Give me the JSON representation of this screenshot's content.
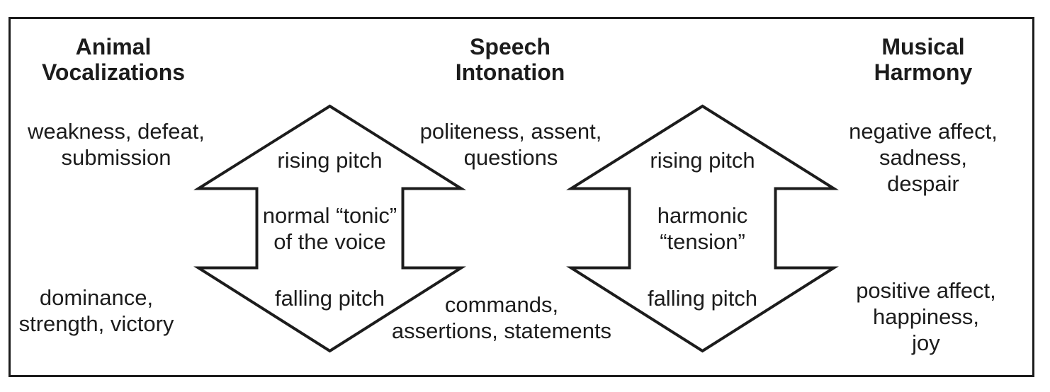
{
  "colors": {
    "ink": "#1c1c1c",
    "background": "#ffffff"
  },
  "columns": {
    "animal": {
      "heading": "Animal\nVocalizations",
      "top_text": "weakness, defeat,\nsubmission",
      "bottom_text": "dominance,\nstrength, victory"
    },
    "speech": {
      "heading": "Speech\nIntonation",
      "top_text": "politeness, assent,\nquestions",
      "bottom_text": "commands,\nassertions, statements"
    },
    "musical": {
      "heading": "Musical\nHarmony",
      "top_text": "negative affect,\nsadness,\ndespair",
      "bottom_text": "positive affect,\nhappiness,\njoy"
    }
  },
  "arrows": {
    "left": {
      "top_label": "rising pitch",
      "middle_label": "normal “tonic”\nof the voice",
      "bottom_label": "falling pitch"
    },
    "right": {
      "top_label": "rising pitch",
      "middle_label": "harmonic\n“tension”",
      "bottom_label": "falling pitch"
    }
  }
}
